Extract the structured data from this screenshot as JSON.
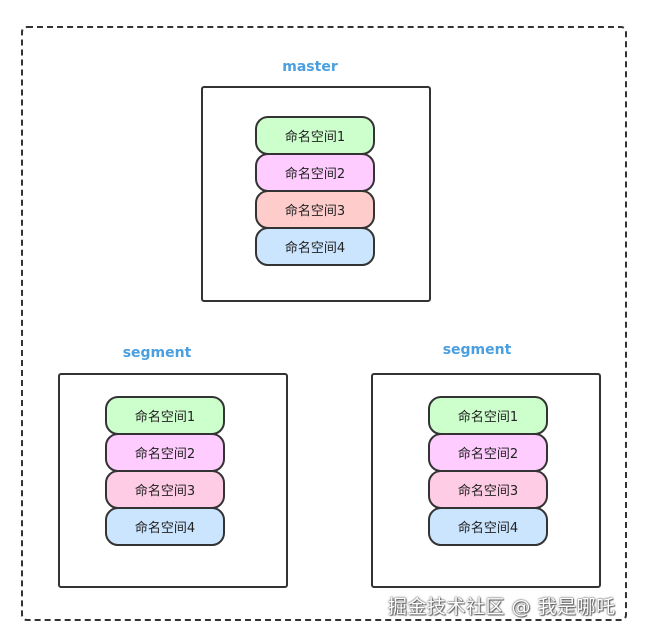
{
  "master": {
    "title": "master",
    "namespaces": [
      {
        "label": "命名空间1",
        "color": "#ccffcc"
      },
      {
        "label": "命名空间2",
        "color": "#ffccff"
      },
      {
        "label": "命名空间3",
        "color": "#ffcccc"
      },
      {
        "label": "命名空间4",
        "color": "#cce5ff"
      }
    ]
  },
  "segment_left": {
    "title": "segment",
    "namespaces": [
      {
        "label": "命名空间1",
        "color": "#ccffcc"
      },
      {
        "label": "命名空间2",
        "color": "#ffccff"
      },
      {
        "label": "命名空间3",
        "color": "#ffcce6"
      },
      {
        "label": "命名空间4",
        "color": "#cce5ff"
      }
    ]
  },
  "segment_right": {
    "title": "segment",
    "namespaces": [
      {
        "label": "命名空间1",
        "color": "#ccffcc"
      },
      {
        "label": "命名空间2",
        "color": "#ffccff"
      },
      {
        "label": "命名空间3",
        "color": "#ffcce6"
      },
      {
        "label": "命名空间4",
        "color": "#cce5ff"
      }
    ]
  },
  "watermark": "掘金技术社区 @ 我是哪吒"
}
